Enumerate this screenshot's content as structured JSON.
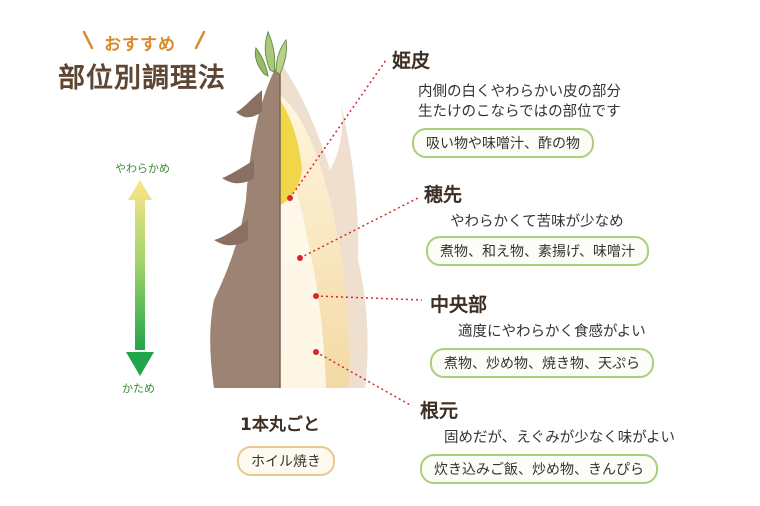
{
  "header": {
    "tag": "おすすめ",
    "title": "部位別調理法"
  },
  "arrow": {
    "top_label": "やわらかめ",
    "bottom_label": "かため"
  },
  "parts": [
    {
      "name": "姫皮",
      "description": [
        "内側の白くやわらかい皮の部分",
        "生たけのこならではの部位です"
      ],
      "dishes": "吸い物や味噌汁、酢の物"
    },
    {
      "name": "穂先",
      "description": [
        "やわらかくて苦味が少なめ"
      ],
      "dishes": "煮物、和え物、素揚げ、味噌汁"
    },
    {
      "name": "中央部",
      "description": [
        "適度にやわらかく食感がよい"
      ],
      "dishes": "煮物、炒め物、焼き物、天ぷら"
    },
    {
      "name": "根元",
      "description": [
        "固めだが、えぐみが少なく味がよい"
      ],
      "dishes": "炊き込みご飯、炒め物、きんぴら"
    }
  ],
  "whole": {
    "label": "1本丸ごと",
    "dish": "ホイル焼き"
  },
  "colors": {
    "accent_orange": "#d98a2b",
    "title_brown": "#5e4633",
    "husk_brown": "#9c8373",
    "flesh_cream": "#fbeccc",
    "tip_yellow": "#f2d64a",
    "pill_green": "#a9cf7a",
    "leader_red": "#d9262c",
    "arrow_green": "#1fa64a",
    "arrow_yellow": "#fbe27a"
  }
}
